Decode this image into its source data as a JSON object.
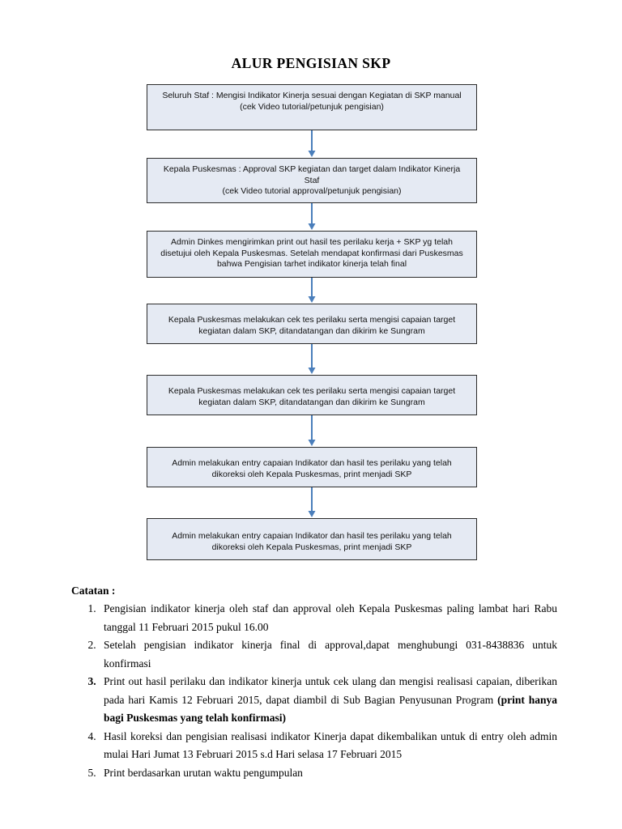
{
  "document": {
    "title": "ALUR PENGISIAN SKP"
  },
  "flowchart": {
    "type": "flow",
    "accent_color": "#4a7ebb",
    "box_fill": "#e5eaf3",
    "box_border": "#2b2b2b",
    "steps": [
      {
        "id": "step-1",
        "text": "Seluruh Staf : Mengisi Indikator Kinerja sesuai dengan Kegiatan di SKP manual\n(cek Video tutorial/petunjuk pengisian)"
      },
      {
        "id": "step-2",
        "text": "Kepala Puskesmas : Approval SKP kegiatan dan target dalam Indikator Kinerja Staf\n(cek Video tutorial approval/petunjuk pengisian)"
      },
      {
        "id": "step-3",
        "text": "Admin Dinkes mengirimkan print out hasil tes perilaku kerja + SKP yg telah disetujui oleh Kepala Puskesmas. Setelah mendapat konfirmasi dari Puskesmas bahwa Pengisian tarhet indikator kinerja telah final"
      },
      {
        "id": "step-4",
        "text": "Kepala Puskesmas melakukan cek tes perilaku serta mengisi capaian target kegiatan dalam SKP, ditandatangan dan dikirim ke Sungram"
      },
      {
        "id": "step-5",
        "text": "Kepala Puskesmas melakukan cek tes perilaku serta mengisi capaian target kegiatan dalam SKP, ditandatangan dan dikirim ke Sungram"
      },
      {
        "id": "step-6",
        "text": "Admin melakukan entry capaian Indikator dan hasil tes perilaku yang telah dikoreksi oleh Kepala Puskesmas, print menjadi SKP"
      },
      {
        "id": "step-7",
        "text": "Admin melakukan entry capaian Indikator dan hasil tes perilaku yang telah dikoreksi oleh Kepala Puskesmas, print menjadi SKP"
      }
    ]
  },
  "notes": {
    "heading": "Catatan :",
    "items": [
      {
        "id": "note-1",
        "text": "Pengisian indikator kinerja oleh staf dan approval oleh Kepala Puskesmas paling lambat hari Rabu tanggal 11 Februari 2015 pukul 16.00"
      },
      {
        "id": "note-2",
        "text": "Setelah pengisian indikator kinerja final di approval,dapat menghubungi 031-8438836 untuk konfirmasi"
      },
      {
        "id": "note-3",
        "text_lead": "Print out hasil perilaku dan indikator kinerja untuk cek ulang dan mengisi realisasi capaian, diberikan pada hari Kamis 12 Februari 2015, dapat diambil di Sub Bagian Penyusunan Program ",
        "text_bold": "(print hanya bagi Puskesmas yang telah konfirmasi)"
      },
      {
        "id": "note-4",
        "text": "Hasil koreksi dan pengisian realisasi indikator Kinerja dapat dikembalikan untuk di entry oleh admin mulai Hari Jumat 13 Februari 2015 s.d  Hari selasa 17 Februari 2015"
      },
      {
        "id": "note-5",
        "text": "Print berdasarkan urutan waktu pengumpulan"
      }
    ]
  }
}
